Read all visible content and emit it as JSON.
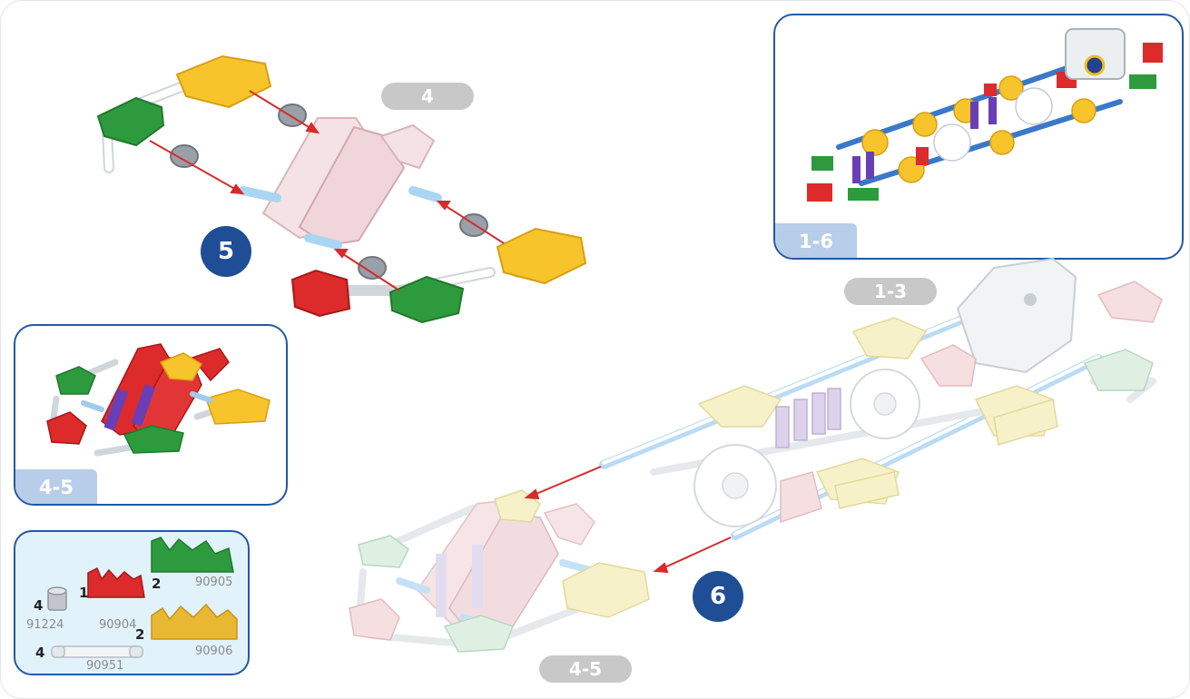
{
  "step_pills": {
    "step4": "4",
    "step1_3": "1-3",
    "step4_5_bottom": "4-5"
  },
  "step_badges": {
    "five": "5",
    "six": "6"
  },
  "callouts": {
    "overview_tag": "1-6",
    "assembly_tag": "4-5"
  },
  "parts": {
    "spacer": {
      "qty": "4",
      "part_no": "91224"
    },
    "red_connector": {
      "qty": "1",
      "part_no": "90904"
    },
    "green_connector": {
      "qty": "2",
      "part_no": "90905"
    },
    "yellow_connector": {
      "qty": "2",
      "part_no": "90906"
    },
    "white_rod": {
      "qty": "4",
      "part_no": "90951"
    }
  },
  "colors": {
    "accent_blue": "#1f4e97",
    "pill_gray": "#c8c8c8",
    "arrow_red": "#d62b2b",
    "piece_yellow": "#f7c52b",
    "piece_green": "#2e9a3e",
    "piece_red": "#dd2a2a",
    "piece_pink": "#f3d7d9",
    "rod_blue": "#8fc8ee",
    "parts_bg": "#e2f2fb"
  }
}
